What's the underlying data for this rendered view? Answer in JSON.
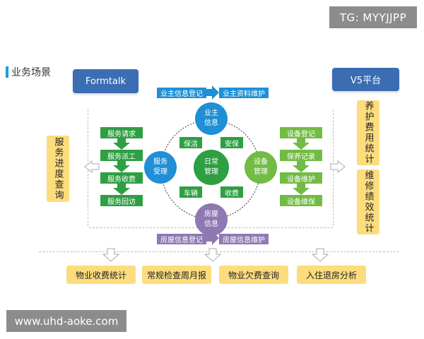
{
  "overlay": {
    "tg": "TG: MYYJJPP",
    "watermark": "www.uhd-aoke.com"
  },
  "section_title": "业务场景",
  "formtalk": "Formtalk",
  "v5": "V5平台",
  "owner": {
    "top_left": "业主信息登记",
    "top_right": "业主资料维护",
    "circle": "业主\n信息"
  },
  "house": {
    "bottom_left": "房屋信息登记",
    "bottom_right": "房屋信息维护",
    "circle": "房屋\n信息"
  },
  "service": {
    "circle": "服务\n受理",
    "steps": [
      "服务请求",
      "服务派工",
      "服务收费",
      "服务回访"
    ]
  },
  "equipment": {
    "circle": "设备\n管理",
    "steps": [
      "设备登记",
      "保养记录",
      "设备维护",
      "设备维保"
    ]
  },
  "daily": {
    "circle": "日常\n管理",
    "tags": [
      "保洁",
      "安保",
      "车辆",
      "收费"
    ]
  },
  "left_side": "服务进度查询",
  "right_side_top": "养护费用统计",
  "right_side_bottom": "维修绩效统计",
  "bottom_boxes": [
    "物业收费统计",
    "常规检查周月报",
    "物业欠费查询",
    "入住退房分析"
  ],
  "colors": {
    "navy": "#3a6db2",
    "blue": "#1f8fd6",
    "purple": "#8e79b3",
    "green": "#2e9f43",
    "lime": "#72bb45",
    "yellow": "#fcdc7d"
  }
}
